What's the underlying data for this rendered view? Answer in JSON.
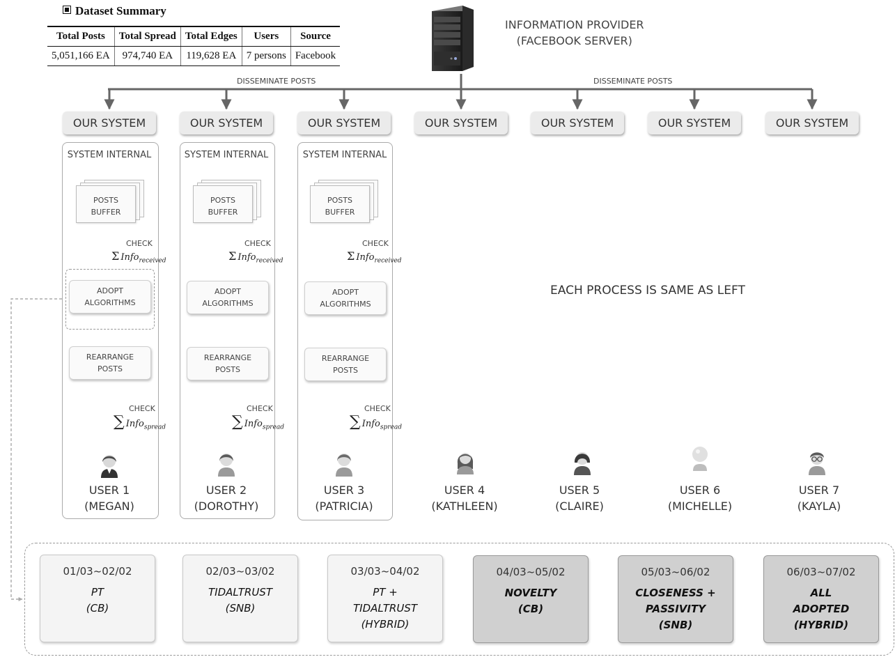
{
  "summary": {
    "title": "Dataset Summary",
    "headers": [
      "Total Posts",
      "Total Spread",
      "Total Edges",
      "Users",
      "Source"
    ],
    "row": [
      "5,051,166 EA",
      "974,740 EA",
      "119,628 EA",
      "7 persons",
      "Facebook"
    ]
  },
  "provider": {
    "line1": "INFORMATION PROVIDER",
    "line2": "(FACEBOOK SERVER)",
    "icon": "server-icon"
  },
  "disseminate_label": "DISSEMINATE POSTS",
  "system_label": "OUR SYSTEM",
  "internal": {
    "title": "SYSTEM INTERNAL",
    "buffer_line1": "POSTS",
    "buffer_line2": "BUFFER",
    "check_label": "CHECK",
    "received_sigma": "Σ",
    "received_base": "Info",
    "received_sub": "received",
    "adopt_line1": "ADOPT",
    "adopt_line2": "ALGORITHMS",
    "rearrange_line1": "REARRANGE",
    "rearrange_line2": "POSTS",
    "spread_sigma": "∑",
    "spread_base": "Info",
    "spread_sub": "spread"
  },
  "same_note": "EACH PROCESS IS SAME AS LEFT",
  "users": [
    {
      "line1": "USER 1",
      "line2": "(MEGAN)",
      "icon": "woman-suit-icon"
    },
    {
      "line1": "USER 2",
      "line2": "(DOROTHY)",
      "icon": "woman-icon"
    },
    {
      "line1": "USER 3",
      "line2": "(PATRICIA)",
      "icon": "woman-icon"
    },
    {
      "line1": "USER 4",
      "line2": "(KATHLEEN)",
      "icon": "woman-long-hair-icon"
    },
    {
      "line1": "USER 5",
      "line2": "(CLAIRE)",
      "icon": "woman-bob-icon"
    },
    {
      "line1": "USER 6",
      "line2": "(MICHELLE)",
      "icon": "bald-person-icon"
    },
    {
      "line1": "USER 7",
      "line2": "(KAYLA)",
      "icon": "person-glasses-icon"
    }
  ],
  "periods": [
    {
      "date": "01/03~02/02",
      "algorithm": "PT\n(CB)",
      "shade": "light"
    },
    {
      "date": "02/03~03/02",
      "algorithm": "TIDALTRUST\n(SNB)",
      "shade": "light"
    },
    {
      "date": "03/03~04/02",
      "algorithm": "PT +\nTIDALTRUST\n(HYBRID)",
      "shade": "light"
    },
    {
      "date": "04/03~05/02",
      "algorithm": "NOVELTY\n(CB)",
      "shade": "dark"
    },
    {
      "date": "05/03~06/02",
      "algorithm": "CLOSENESS +\nPASSIVITY\n(SNB)",
      "shade": "dark"
    },
    {
      "date": "06/03~07/02",
      "algorithm": "ALL\nADOPTED\n(HYBRID)",
      "shade": "dark"
    }
  ],
  "colors": {
    "line": "#6b6b6b",
    "light_box": "#f4f4f4",
    "dark_box": "#d0d0d0",
    "system_box": "#ebebeb"
  }
}
